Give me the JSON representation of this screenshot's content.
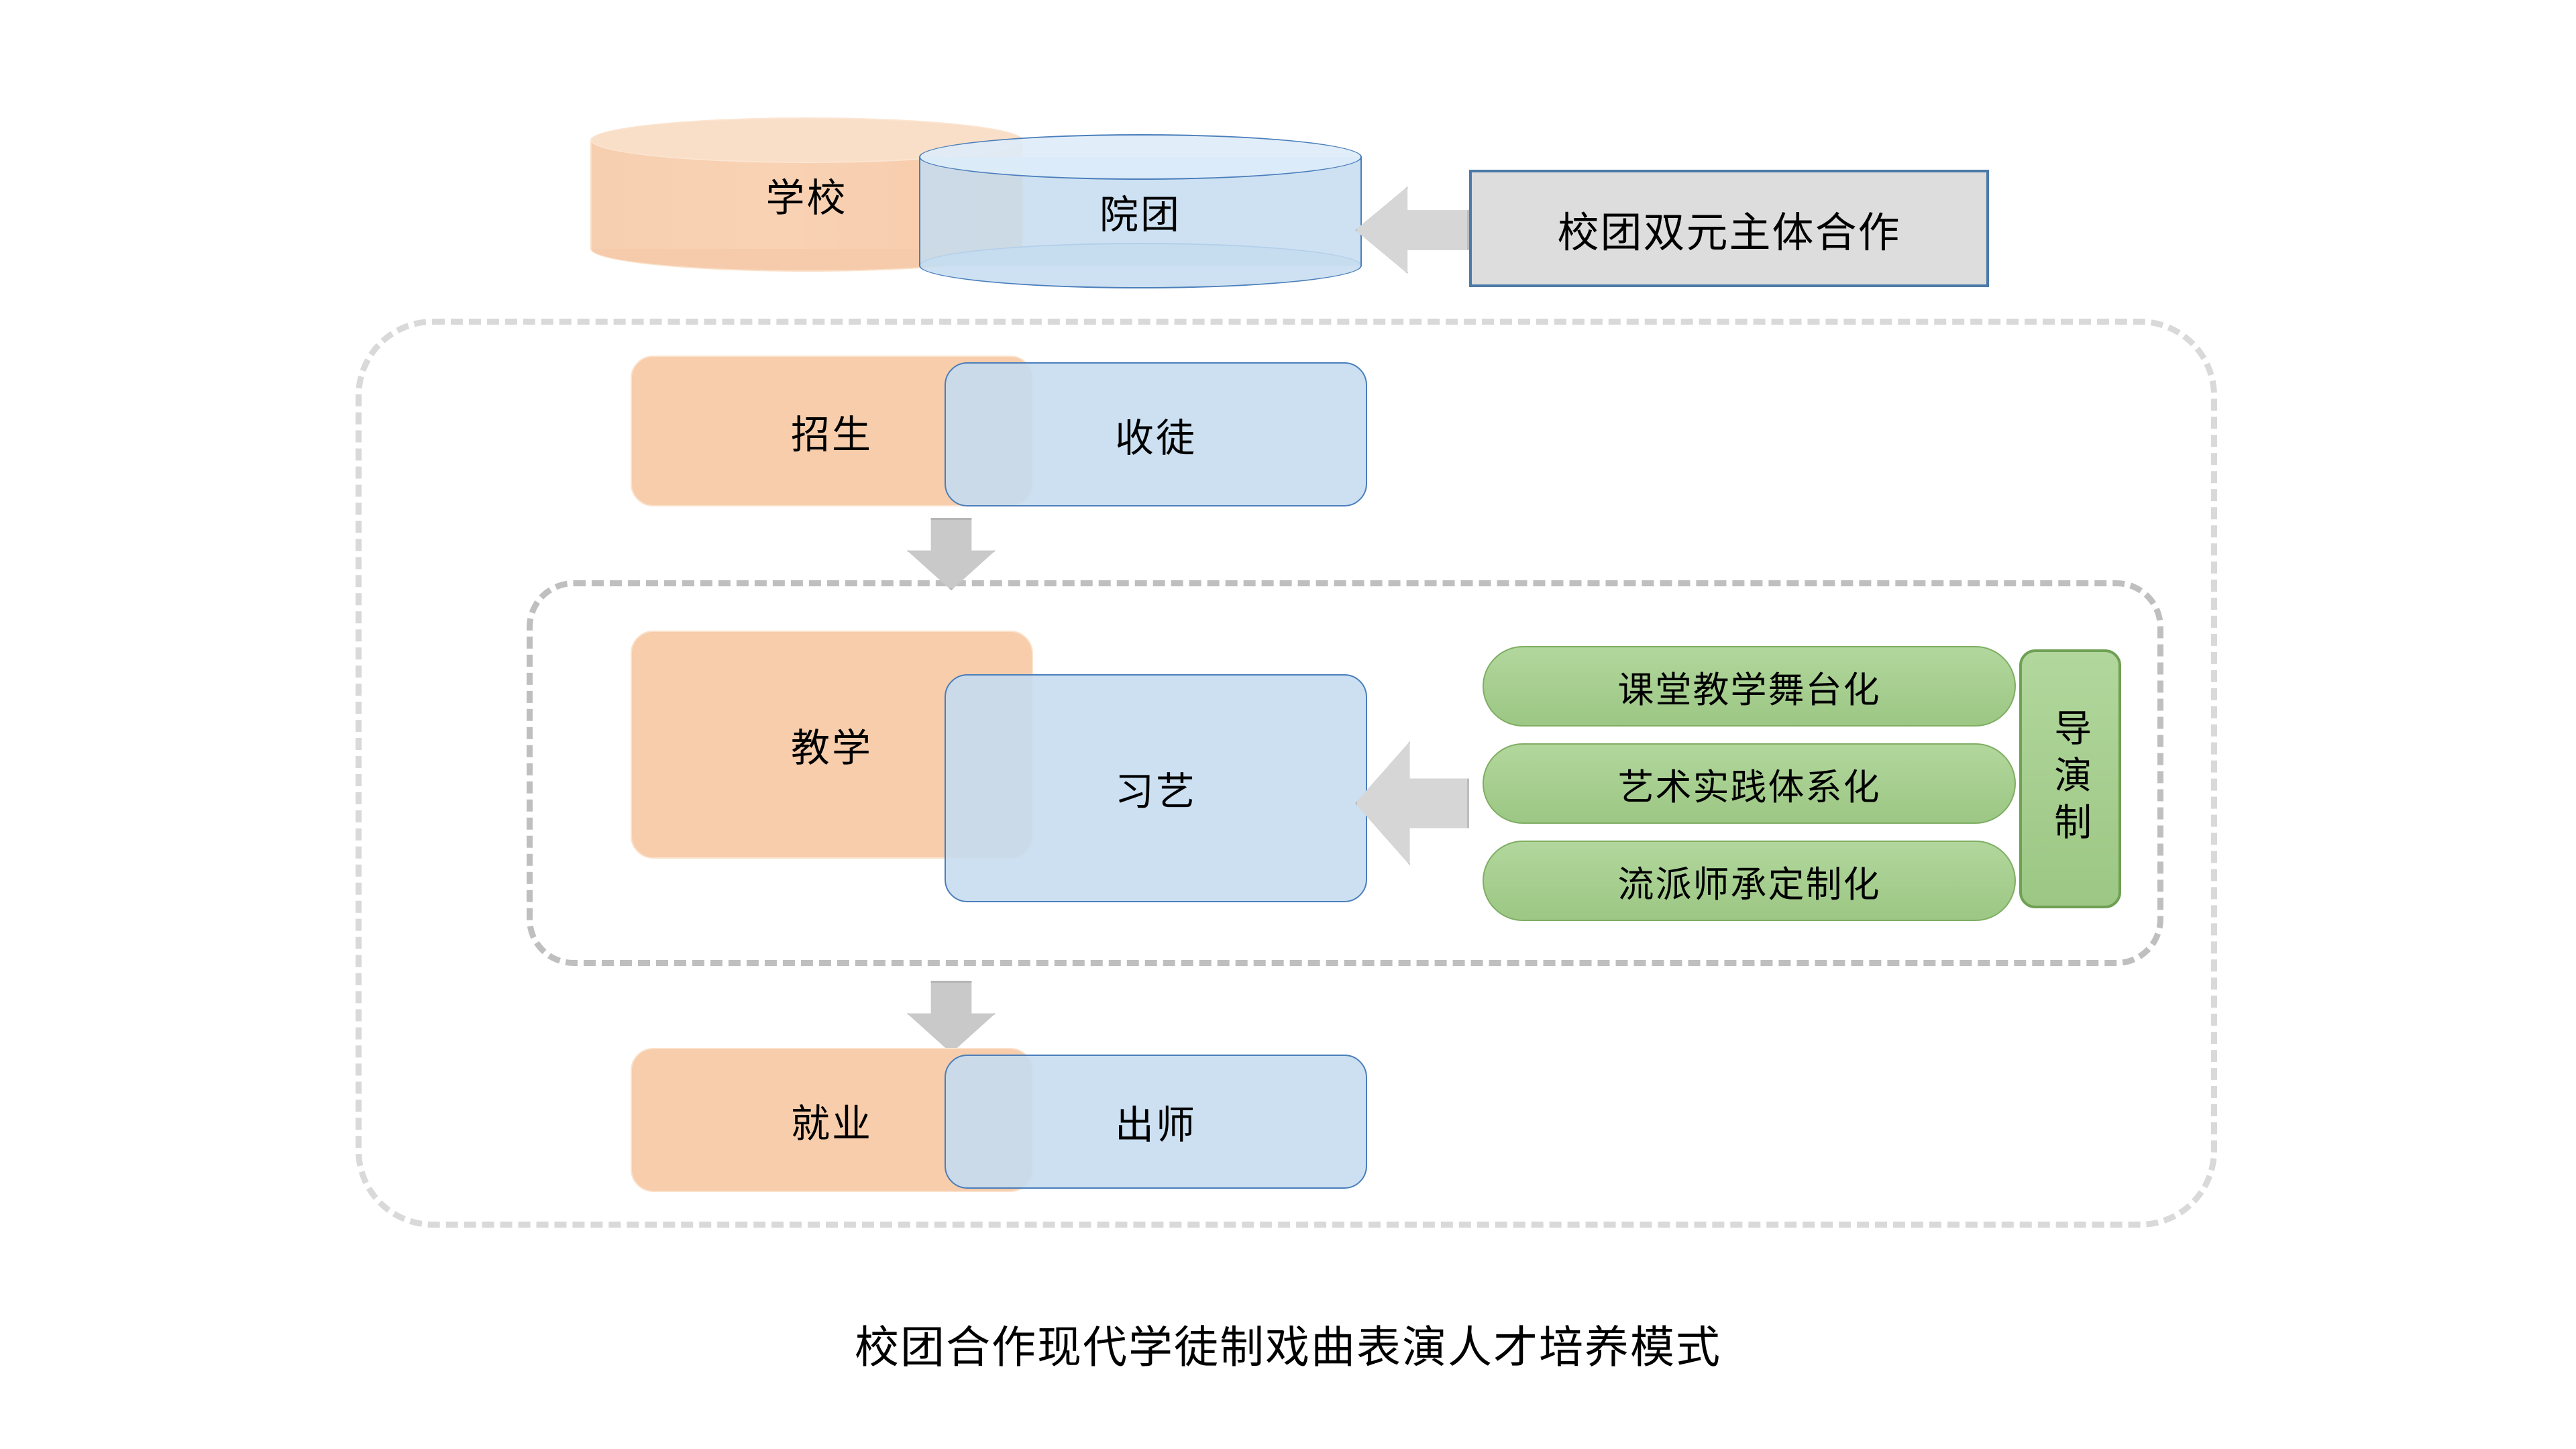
{
  "diagram": {
    "caption": "校团合作现代学徒制戏曲表演人才培养模式",
    "row_partner": {
      "school_label": "学校",
      "troupe_label": "院团",
      "callout_label": "校团双元主体合作",
      "callout_arrow": "arrow-left-icon"
    },
    "stages": [
      {
        "school": "招生",
        "troupe": "收徒"
      },
      {
        "school": "教学",
        "troupe": "习艺"
      },
      {
        "school": "就业",
        "troupe": "出师"
      }
    ],
    "flow_arrows": [
      "arrow-down-icon",
      "arrow-down-icon"
    ],
    "teaching_methods": [
      "课堂教学舞台化",
      "艺术实践体系化",
      "流派师承定制化"
    ],
    "teaching_methods_arrow": "arrow-left-icon",
    "system_label": "导演制",
    "colors": {
      "school_orange": "#F7CDAB",
      "troupe_blue": "#C5DCF0",
      "troupe_border": "#4A7EBB",
      "method_green": "#A6CE8F",
      "method_green_border": "#7FAE63",
      "system_green_border": "#6FA054",
      "callout_fill": "#DDDDDD",
      "callout_border": "#4B7AA8",
      "arrow_fill": "#D6D6D6",
      "dashed_outer": "#D9D9D9",
      "dashed_inner": "#BFBFBF"
    }
  }
}
